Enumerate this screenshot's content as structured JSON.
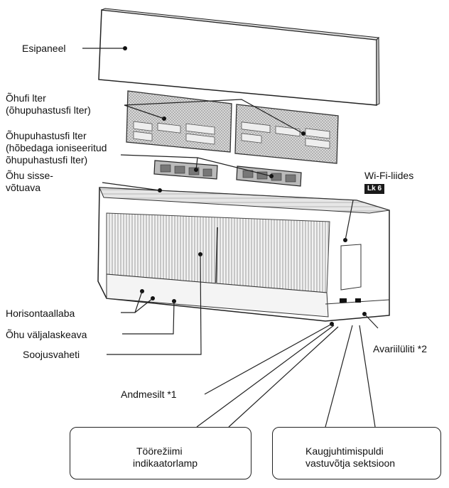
{
  "labels": {
    "front_panel": "Esipaneel",
    "air_filter_line1": "Õhufi lter",
    "air_filter_line2": "(õhupuhastusfi lter)",
    "purify_filter_line1": "Õhupuhastusfi lter",
    "purify_filter_line2": "(hõbedaga ioniseeritud",
    "purify_filter_line3": "õhupuhastusfi lter)",
    "air_intake_line1": "Õhu sisse-",
    "air_intake_line2": "võtuava",
    "wifi": "Wi-Fi-liides",
    "wifi_page": "Lk 6",
    "horizontal_louver": "Horisontaallaba",
    "air_outlet": "Õhu väljalaskeava",
    "heat_exchanger": "Soojusvaheti",
    "emergency_switch": "Avariilüliti *2",
    "data_plate": "Andmesilt *1",
    "mode_lamp_line1": "Töörežiimi",
    "mode_lamp_line2": "indikaatorlamp",
    "remote_line1": "Kaugjuhtimispuldi",
    "remote_line2": "vastuvõtja sektsioon"
  }
}
